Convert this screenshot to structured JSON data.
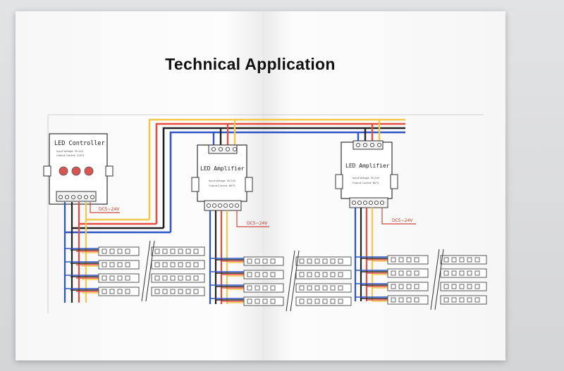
{
  "page": {
    "title": "Technical Application"
  },
  "controller": {
    "title": "LED Controller",
    "spec_voltage": "Input Voltage: 5V-24V",
    "spec_output": "Output Current: 12A*3",
    "dc_label": "DC5~24V"
  },
  "amplifiers": [
    {
      "title": "LED Amplifier",
      "spec_voltage": "Input Voltage: 5V-24V",
      "spec_output": "Output Current: 8A*3",
      "dc_label": "DC5~24V"
    },
    {
      "title": "LED Amplifier",
      "spec_voltage": "Input Voltage: 5V-24V",
      "spec_output": "Output Current: 8A*3",
      "dc_label": "DC5~24V"
    }
  ],
  "colors": {
    "wire_yellow": "#f2c94c",
    "wire_red": "#e74c3c",
    "wire_black": "#222222",
    "wire_blue": "#2d55c8",
    "dc_red": "#d0473c",
    "strip_outline": "#555555",
    "button_red": "#d9534f"
  }
}
